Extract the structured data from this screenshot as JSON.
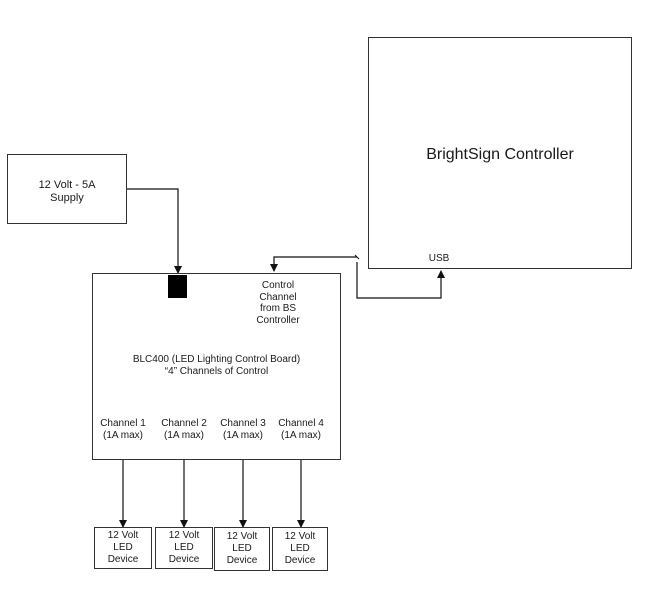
{
  "supply": {
    "label": "12 Volt - 5A\nSupply"
  },
  "controller": {
    "title": "BrightSign Controller",
    "usb_label": "USB"
  },
  "board": {
    "control_label": "Control\nChannel\nfrom BS\nController",
    "title": "BLC400 (LED Lighting Control Board)\n“4” Channels of Control",
    "channels": [
      {
        "label": "Channel 1\n(1A max)"
      },
      {
        "label": "Channel 2\n(1A max)"
      },
      {
        "label": "Channel 3\n(1A max)"
      },
      {
        "label": "Channel 4\n(1A max)"
      }
    ]
  },
  "devices": [
    {
      "label": "12 Volt\nLED\nDevice"
    },
    {
      "label": "12 Volt\nLED\nDevice"
    },
    {
      "label": "12 Volt\nLED\nDevice"
    },
    {
      "label": "12 Volt\nLED\nDevice"
    }
  ]
}
